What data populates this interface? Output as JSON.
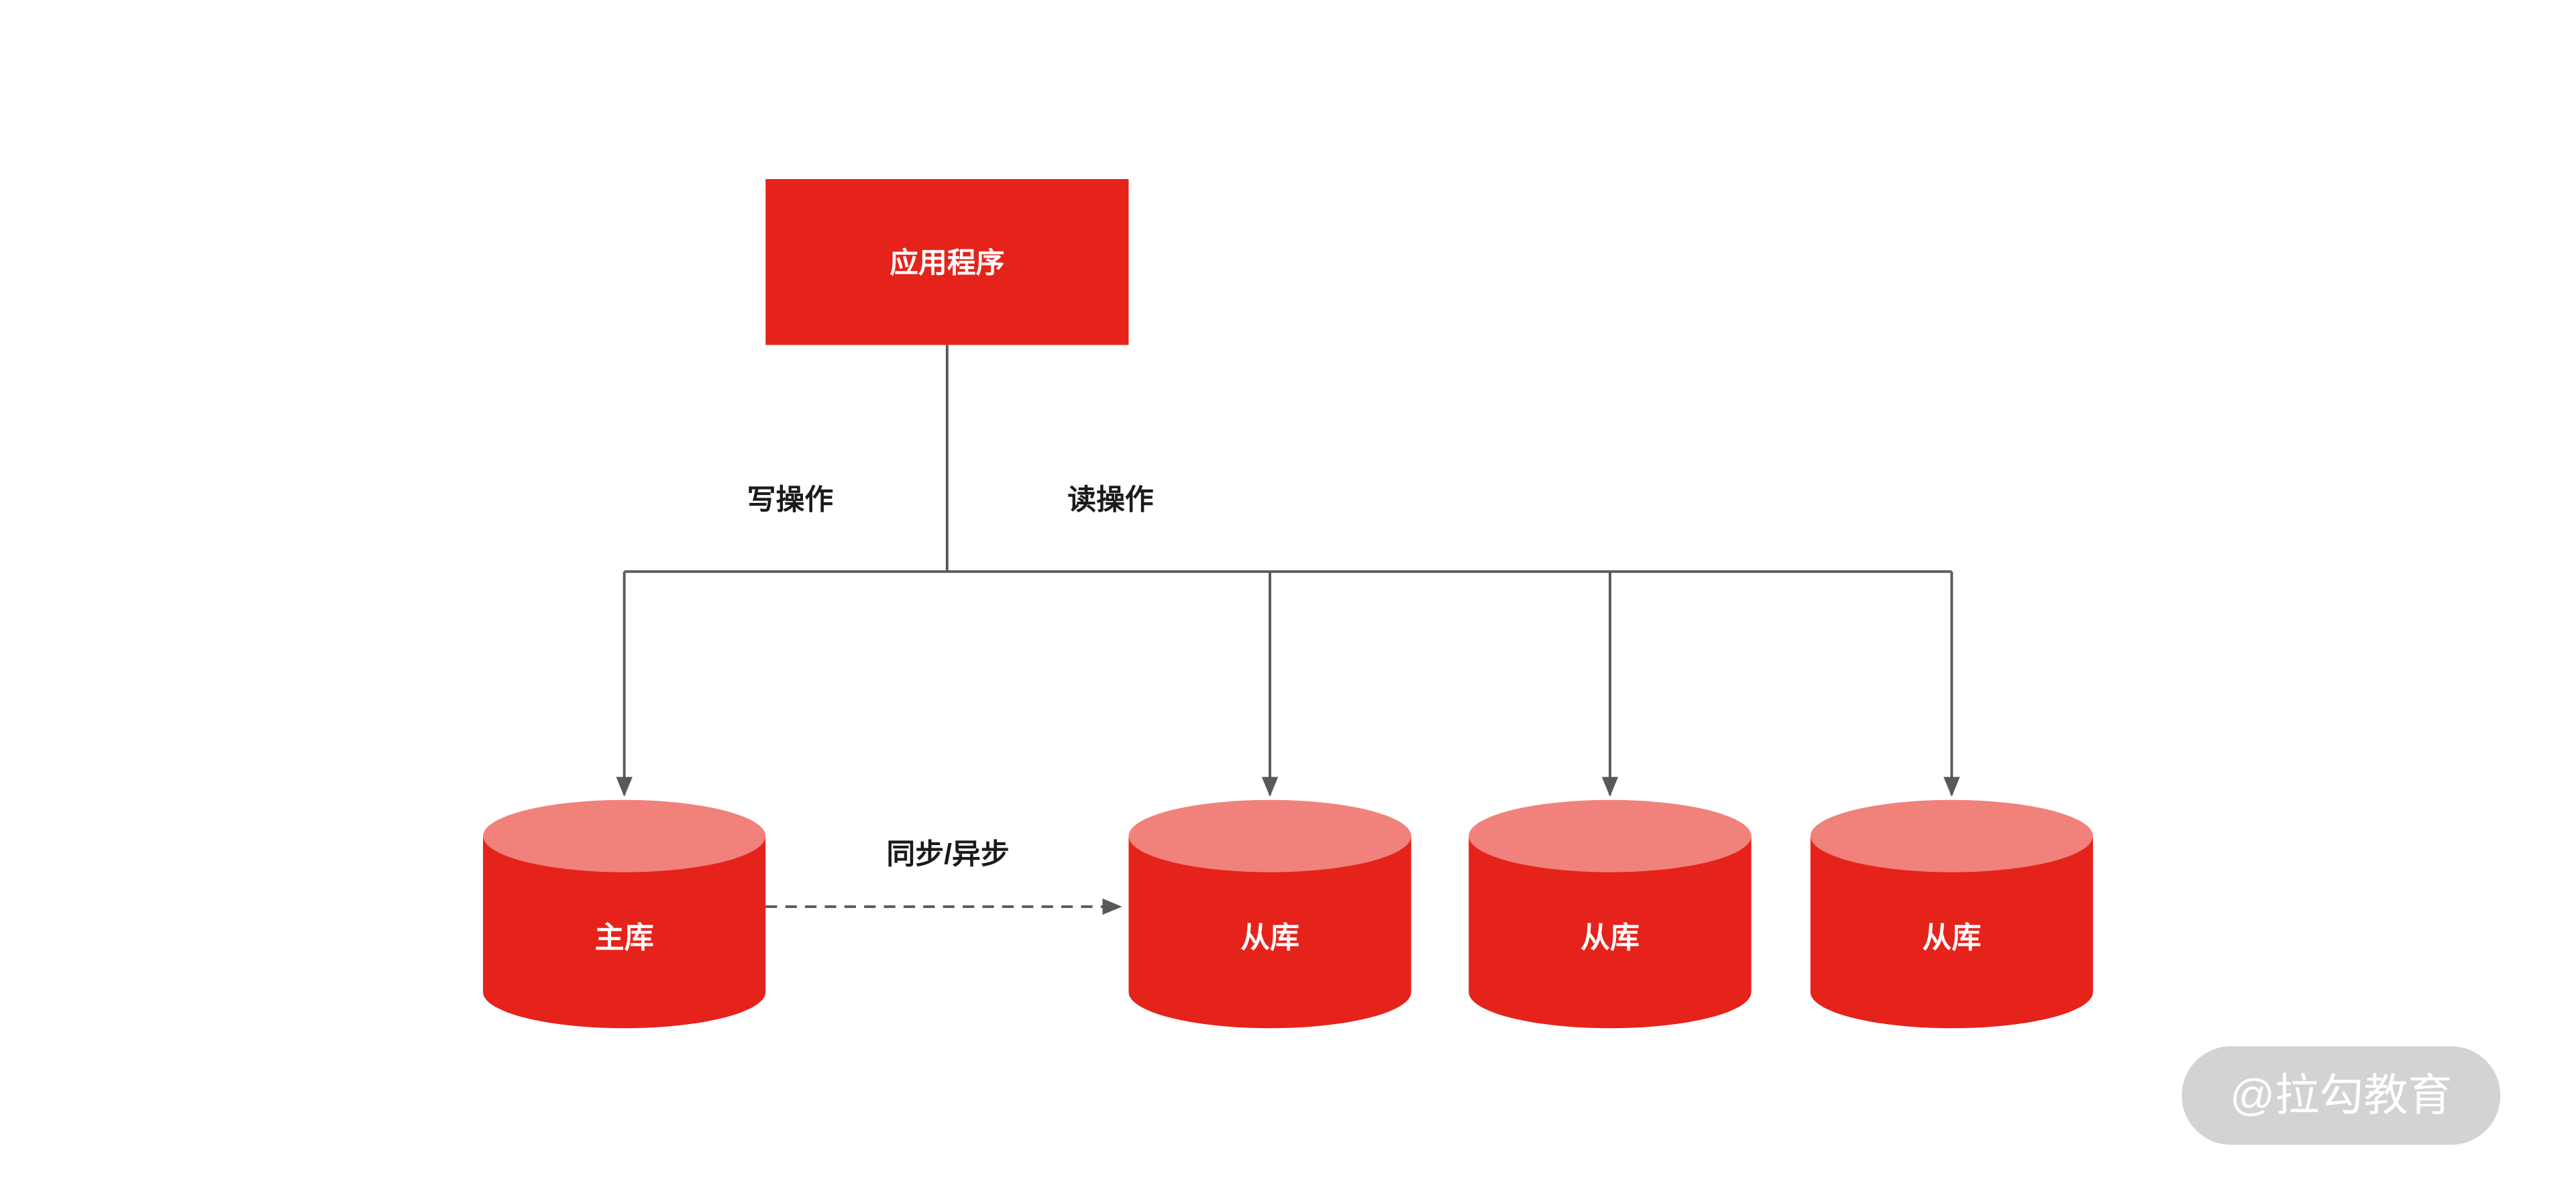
{
  "diagram": {
    "title_semantic": "mysql-read-write-splitting-replication",
    "app_node": {
      "label": "应用程序"
    },
    "edge_labels": {
      "write": "写操作",
      "read": "读操作",
      "sync": "同步/异步"
    },
    "databases": [
      {
        "label": "主库",
        "role": "master"
      },
      {
        "label": "从库",
        "role": "replica"
      },
      {
        "label": "从库",
        "role": "replica"
      },
      {
        "label": "从库",
        "role": "replica"
      }
    ],
    "watermark": "@拉勾教育",
    "colors": {
      "node_red": "#E5231B",
      "cylinder_top": "#F0827B",
      "line": "#595959",
      "watermark_bg": "#CBCBCB"
    }
  }
}
